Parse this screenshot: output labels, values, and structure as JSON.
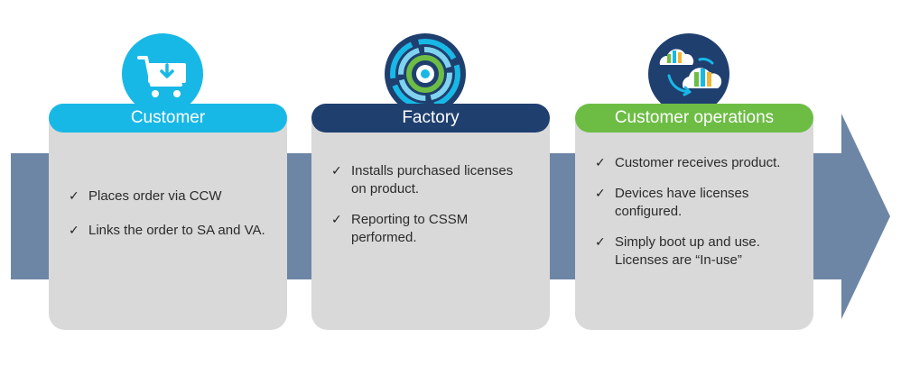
{
  "colors": {
    "arrow": "#6d86a6",
    "card": "#d9d9d9",
    "customer": "#18b8e6",
    "factory": "#1f3f6f",
    "operations": "#6dbd45"
  },
  "stages": [
    {
      "title": "Customer",
      "icon": "shopping-cart-download-icon",
      "items": [
        "Places order via CCW",
        "Links the order to SA and VA."
      ]
    },
    {
      "title": "Factory",
      "icon": "circular-target-icon",
      "items": [
        "Installs purchased licenses\non product.",
        "Reporting to CSSM\nperformed."
      ]
    },
    {
      "title": "Customer operations",
      "icon": "cloud-sync-icon",
      "items": [
        "Customer receives product.",
        "Devices have licenses\nconfigured.",
        "Simply boot up and use.\nLicenses are “In-use”"
      ]
    }
  ]
}
